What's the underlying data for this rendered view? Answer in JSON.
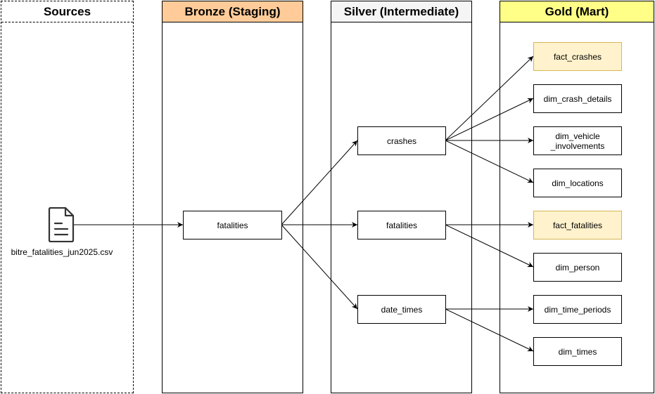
{
  "lanes": {
    "sources": {
      "title": "Sources"
    },
    "bronze": {
      "title": "Bronze (Staging)",
      "color": "#ffcc99"
    },
    "silver": {
      "title": "Silver (Intermediate)",
      "color": "#f5f5f5"
    },
    "gold": {
      "title": "Gold (Mart)",
      "color": "#ffff88"
    }
  },
  "source_file": {
    "label": "bitre_fatalities_jun2025.csv",
    "icon": "document-icon"
  },
  "bronze_nodes": {
    "fatalities": "fatalities"
  },
  "silver_nodes": {
    "crashes": "crashes",
    "fatalities": "fatalities",
    "date_times": "date_times"
  },
  "gold_nodes": {
    "fact_crashes": "fact_crashes",
    "dim_crash_details": "dim_crash_details",
    "dim_vehicle_involvements": "dim_vehicle\n_involvements",
    "dim_locations": "dim_locations",
    "fact_fatalities": "fact_fatalities",
    "dim_person": "dim_person",
    "dim_time_periods": "dim_time_periods",
    "dim_times": "dim_times"
  },
  "colors": {
    "fact_fill": "#fff2cc",
    "fact_border": "#d6b656"
  }
}
